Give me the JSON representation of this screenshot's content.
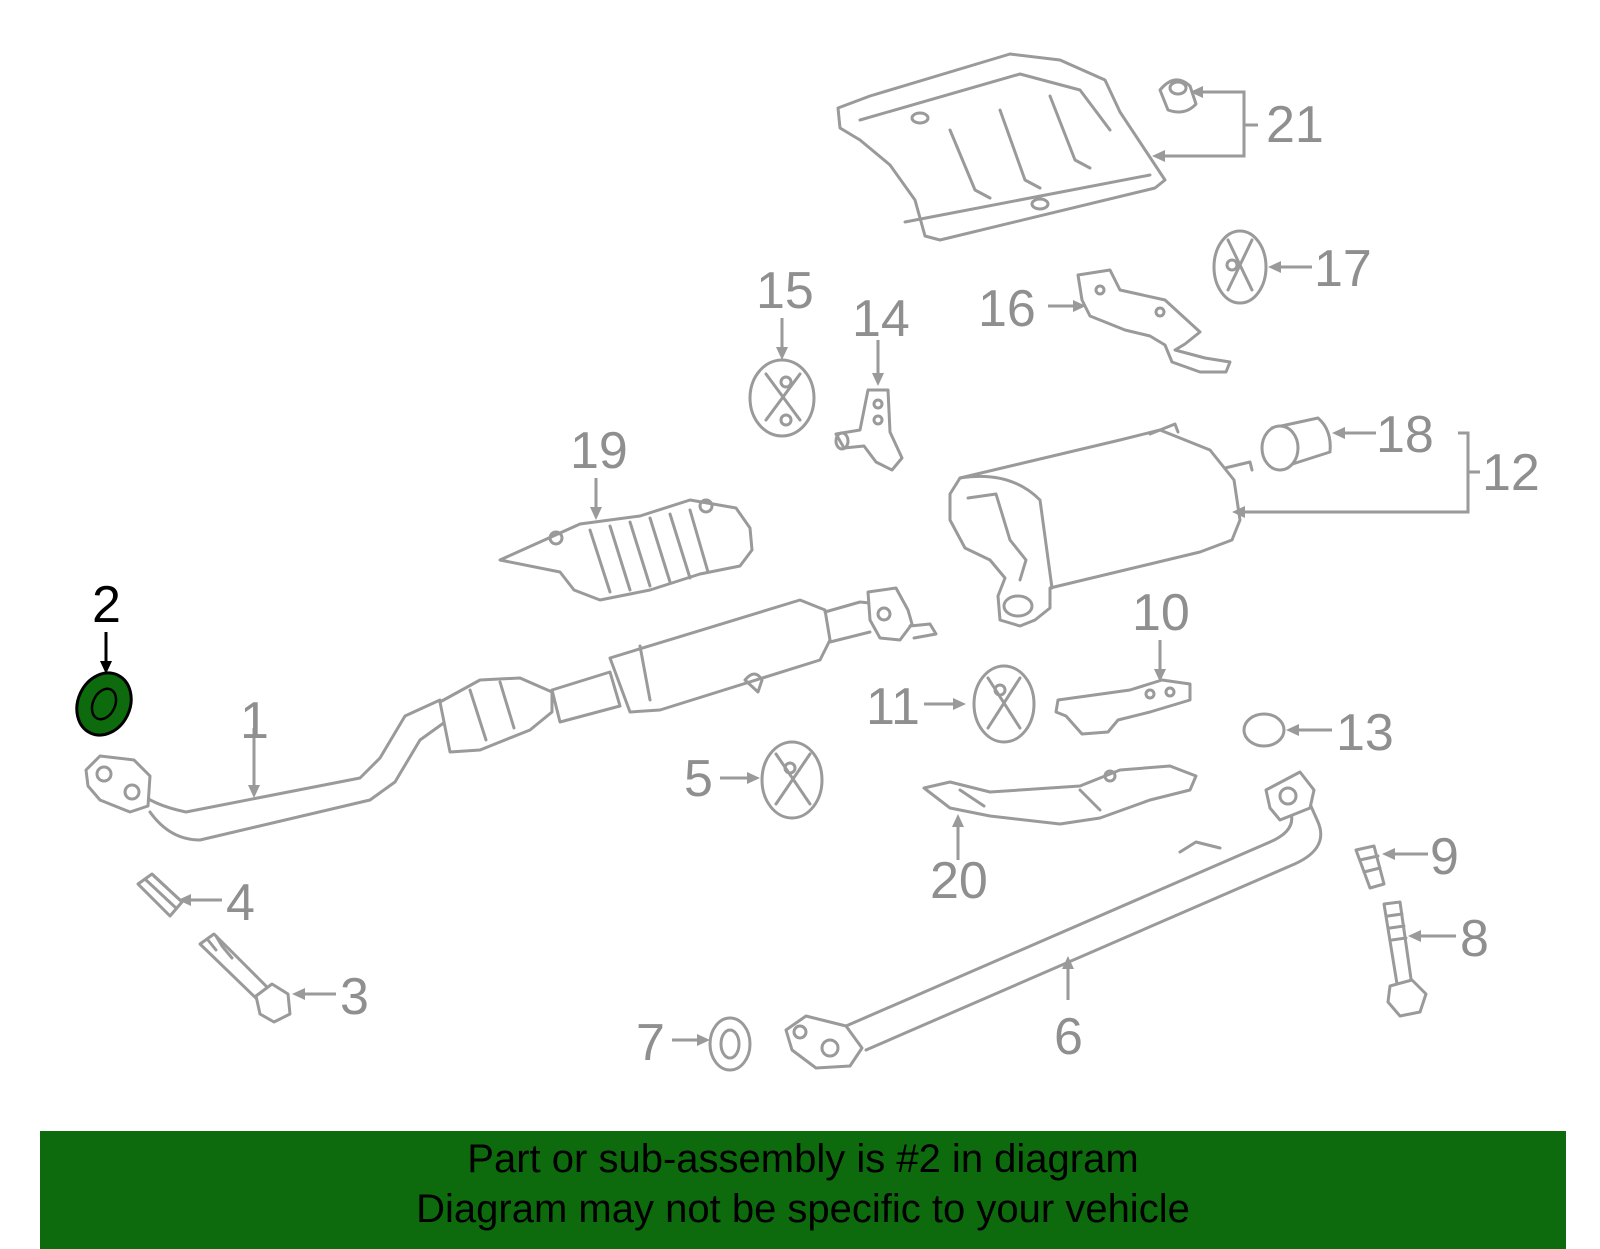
{
  "callouts": {
    "c1": "1",
    "c2": "2",
    "c3": "3",
    "c4": "4",
    "c5": "5",
    "c6": "6",
    "c7": "7",
    "c8": "8",
    "c9": "9",
    "c10": "10",
    "c11": "11",
    "c12": "12",
    "c13": "13",
    "c14": "14",
    "c15": "15",
    "c16": "16",
    "c17": "17",
    "c18": "18",
    "c19": "19",
    "c20": "20",
    "c21": "21"
  },
  "highlight": {
    "part_number": "2",
    "color": "#0d6b0d"
  },
  "banner": {
    "line1": "Part or sub-assembly is #2 in diagram",
    "line2": "Diagram may not be specific to your vehicle",
    "background": "#0d6b0d"
  },
  "colors": {
    "part_outline": "#9a9a9a",
    "highlight_outline": "#000000"
  }
}
